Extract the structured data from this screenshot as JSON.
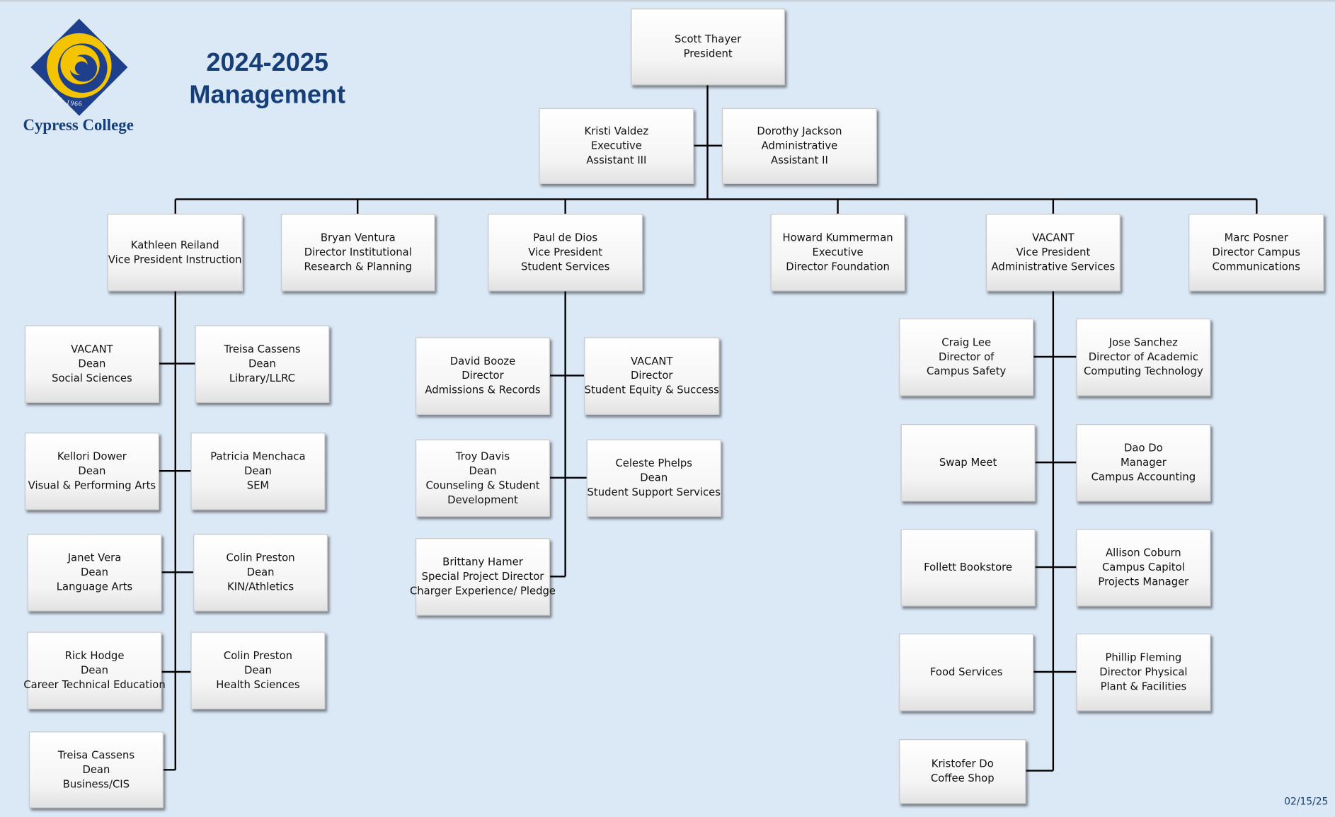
{
  "header": {
    "title_line1": "2024-2025",
    "title_line2": "Management",
    "college_name": "Cypress College",
    "logo_est": "Est. 1966",
    "date": "02/15/25"
  },
  "colors": {
    "title": "#163f7a",
    "background": "#dbe8f6",
    "logo_diamond": "#1e3f8c",
    "logo_ring": "#f5c400"
  },
  "nodes": {
    "president": {
      "lines": [
        "Scott Thayer",
        "President"
      ]
    },
    "exec_assistant": {
      "lines": [
        "Kristi Valdez",
        "Executive",
        "Assistant III"
      ]
    },
    "admin_assistant": {
      "lines": [
        "Dorothy Jackson",
        "Administrative",
        "Assistant II"
      ]
    },
    "vp_instruction": {
      "lines": [
        "Kathleen Reiland",
        "Vice President    Instruction"
      ]
    },
    "dir_research": {
      "lines": [
        "Bryan Ventura",
        "Director Institutional",
        "Research & Planning"
      ]
    },
    "vp_student_services": {
      "lines": [
        "Paul de Dios",
        "Vice President",
        "Student Services"
      ]
    },
    "exec_foundation": {
      "lines": [
        "Howard Kummerman",
        "Executive",
        "Director Foundation"
      ]
    },
    "vp_admin_services": {
      "lines": [
        "VACANT",
        "Vice President",
        "Administrative Services"
      ]
    },
    "dir_communications": {
      "lines": [
        "Marc Posner",
        "Director Campus",
        "Communications"
      ]
    },
    "dean_social_sciences": {
      "lines": [
        "VACANT",
        "Dean",
        "Social Sciences"
      ]
    },
    "dean_library": {
      "lines": [
        "Treisa Cassens",
        "Dean",
        "Library/LLRC"
      ]
    },
    "dean_vpa": {
      "lines": [
        "Kellori Dower",
        "Dean",
        "Visual & Performing Arts"
      ]
    },
    "dean_sem": {
      "lines": [
        "Patricia Menchaca",
        "Dean",
        "SEM"
      ]
    },
    "dean_language_arts": {
      "lines": [
        "Janet Vera",
        "Dean",
        "Language Arts"
      ]
    },
    "dean_kin": {
      "lines": [
        "Colin Preston",
        "Dean",
        "KIN/Athletics"
      ]
    },
    "dean_cte": {
      "lines": [
        "Rick Hodge",
        "Dean",
        "Career Technical Education"
      ]
    },
    "dean_health": {
      "lines": [
        "Colin Preston",
        "Dean",
        "Health Sciences"
      ]
    },
    "dean_business": {
      "lines": [
        "Treisa Cassens",
        "Dean",
        "Business/CIS"
      ]
    },
    "dir_admissions": {
      "lines": [
        "David Booze",
        "Director",
        "Admissions & Records"
      ]
    },
    "dir_equity": {
      "lines": [
        "VACANT",
        "Director",
        "Student Equity & Success"
      ]
    },
    "dean_counseling": {
      "lines": [
        "Troy Davis",
        "Dean",
        "Counseling  & Student",
        "Development"
      ]
    },
    "dean_support": {
      "lines": [
        "Celeste Phelps",
        "Dean",
        "Student Support Services"
      ]
    },
    "special_project": {
      "lines": [
        "Brittany Hamer",
        "Special Project Director",
        "Charger Experience/ Pledge"
      ]
    },
    "dir_safety": {
      "lines": [
        "Craig Lee",
        "Director of",
        "Campus Safety"
      ]
    },
    "dir_computing": {
      "lines": [
        "Jose Sanchez",
        "Director of Academic",
        "Computing Technology"
      ]
    },
    "swap_meet": {
      "lines": [
        "Swap Meet"
      ]
    },
    "mgr_accounting": {
      "lines": [
        "Dao Do",
        "Manager",
        "Campus Accounting"
      ]
    },
    "bookstore": {
      "lines": [
        "Follett Bookstore"
      ]
    },
    "capital_projects": {
      "lines": [
        "Allison Coburn",
        "Campus Capitol",
        "Projects Manager"
      ]
    },
    "food_services": {
      "lines": [
        "Food Services"
      ]
    },
    "dir_facilities": {
      "lines": [
        "Phillip Fleming",
        "Director Physical",
        "Plant & Facilities"
      ]
    },
    "coffee_shop": {
      "lines": [
        "Kristofer Do",
        "Coffee Shop"
      ]
    }
  }
}
